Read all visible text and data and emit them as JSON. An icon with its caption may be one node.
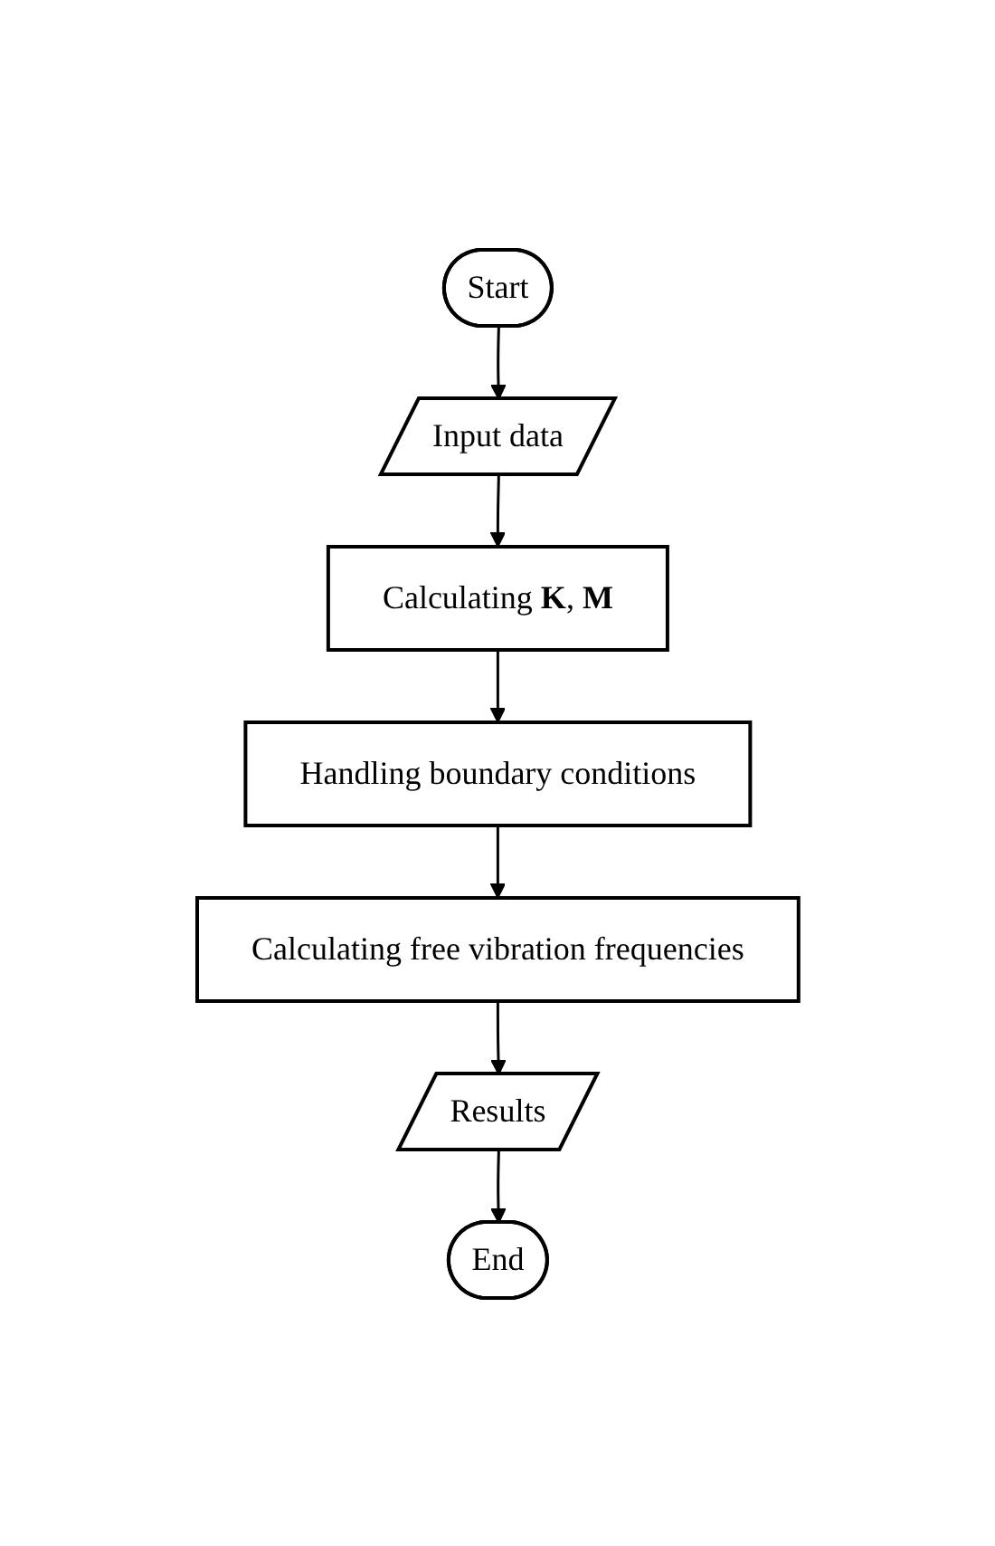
{
  "diagram": {
    "nodes": [
      {
        "text": [
          "Start"
        ]
      },
      {
        "text": [
          "Input data"
        ]
      },
      {
        "text": [
          "Calculating **K**, **M**"
        ]
      },
      {
        "text": [
          "Handling boundary conditions"
        ]
      },
      {
        "text": [
          "Calculating free vibration frequencies"
        ]
      },
      {
        "text": [
          "Results"
        ]
      },
      {
        "text": [
          "End"
        ]
      }
    ],
    "edges": [
      {
        "from": 0,
        "to": 1,
        "arrow": "to"
      },
      {
        "from": 1,
        "to": 2,
        "arrow": "to"
      },
      {
        "from": 2,
        "to": 3,
        "arrow": "to"
      },
      {
        "from": 3,
        "to": 4,
        "arrow": "to"
      },
      {
        "from": 4,
        "to": 5,
        "arrow": "to"
      },
      {
        "from": 5,
        "to": 6,
        "arrow": "to"
      }
    ]
  }
}
